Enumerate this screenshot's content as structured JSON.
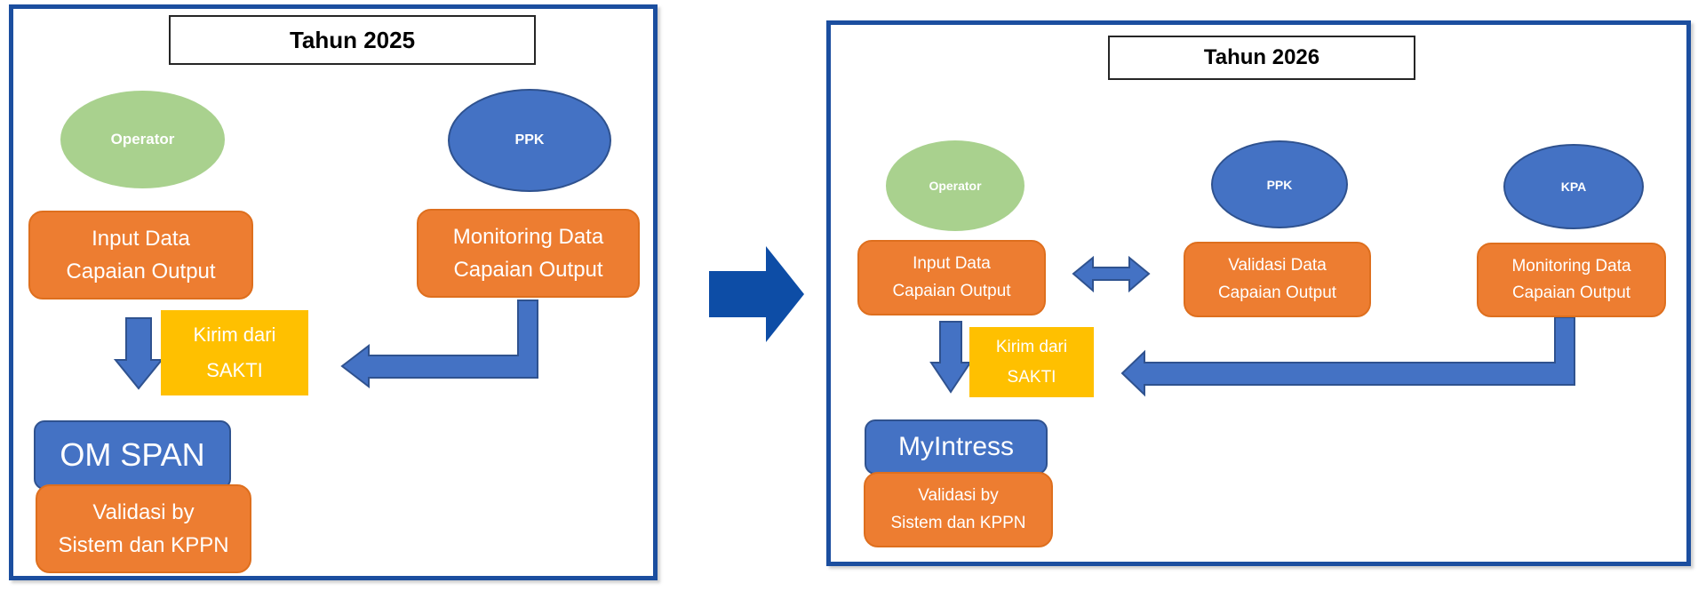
{
  "colors": {
    "panel_border": "#1b4e9f",
    "transition_arrow": "#0d4da6",
    "arrow_fill": "#4472c4",
    "arrow_stroke": "#2f528f",
    "actor_green": "#a9d18e",
    "actor_blue": "#4472c4",
    "blue_border": "#2f528f",
    "box_orange": "#ed7d31",
    "orange_border": "#de6f1e",
    "box_yellow": "#ffc000",
    "system_blue": "#4472c4"
  },
  "left_panel": {
    "title": "Tahun 2025",
    "operator_label": "Operator",
    "ppk_label": "PPK",
    "input_box": {
      "line1": "Input Data",
      "line2": "Capaian Output"
    },
    "monitoring_box": {
      "line1": "Monitoring Data",
      "line2": "Capaian Output"
    },
    "sakti_box": {
      "line1": "Kirim dari",
      "line2": "SAKTI"
    },
    "system_label": "OM SPAN",
    "validation_box": {
      "line1": "Validasi by",
      "line2": "Sistem dan KPPN"
    }
  },
  "right_panel": {
    "title": "Tahun 2026",
    "operator_label": "Operator",
    "ppk_label": "PPK",
    "kpa_label": "KPA",
    "input_box": {
      "line1": "Input Data",
      "line2": "Capaian Output"
    },
    "validasi_data_box": {
      "line1": "Validasi Data",
      "line2": "Capaian Output"
    },
    "monitoring_box": {
      "line1": "Monitoring Data",
      "line2": "Capaian Output"
    },
    "sakti_box": {
      "line1": "Kirim dari",
      "line2": "SAKTI"
    },
    "system_label": "MyIntress",
    "validation_box": {
      "line1": "Validasi by",
      "line2": "Sistem dan KPPN"
    }
  }
}
